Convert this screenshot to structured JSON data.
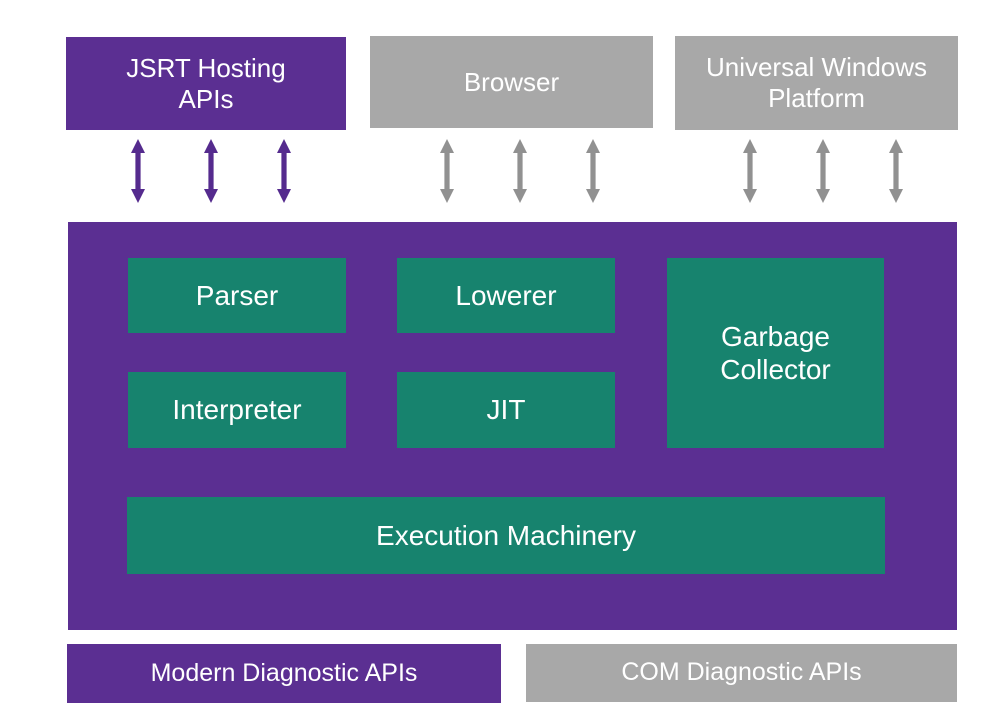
{
  "colors": {
    "background": "#FFFFFF",
    "purple": "#5B2F92",
    "teal": "#17836E",
    "gray": "#A8A8A8",
    "purple_arrow": "#552B8E",
    "gray_arrow": "#919191",
    "text": "#FFFFFF"
  },
  "hosts": {
    "jsrt": {
      "label": "JSRT Hosting\nAPIs"
    },
    "browser": {
      "label": "Browser"
    },
    "uwp": {
      "label": "Universal Windows\nPlatform"
    }
  },
  "engine": {
    "components": {
      "parser": "Parser",
      "lowerer": "Lowerer",
      "garbage_collector": "Garbage\nCollector",
      "interpreter": "Interpreter",
      "jit": "JIT",
      "execution_machinery": "Execution Machinery"
    }
  },
  "diagnostics": {
    "modern": "Modern Diagnostic APIs",
    "com": "COM Diagnostic APIs"
  }
}
